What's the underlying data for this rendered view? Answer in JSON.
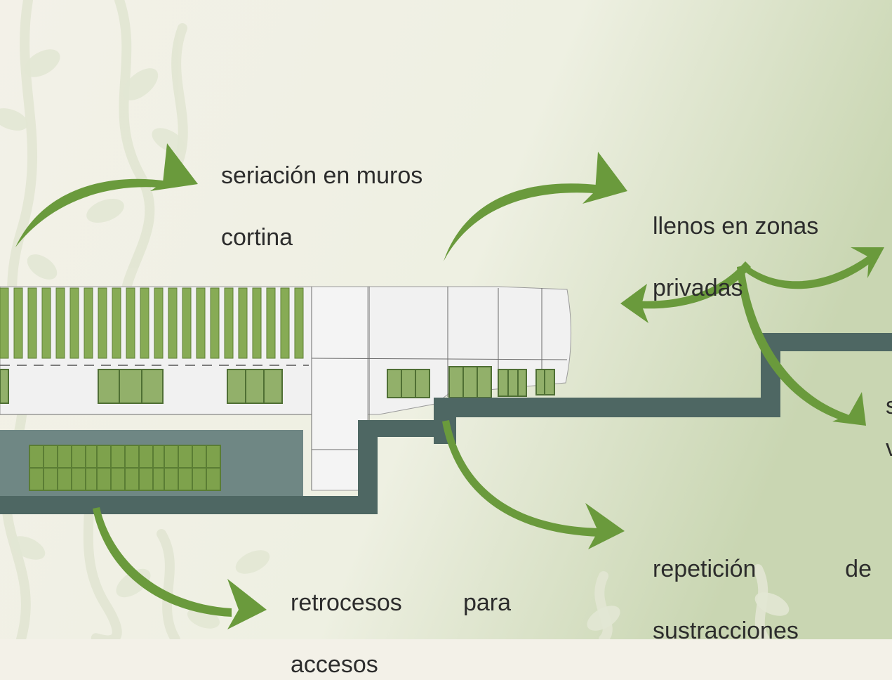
{
  "colors": {
    "background": "#f3f1e8",
    "accent_green": "#6a9a3c",
    "panel_green": "#8fad6a",
    "slab_dark": "#4e6763",
    "wall_light": "#eeeeee",
    "text": "#2c2c2c"
  },
  "annotations": {
    "curtain_walls": {
      "line1": "seriación en muros",
      "line2": "cortina"
    },
    "private_zones": {
      "line1": "llenos en zonas",
      "line2": "privadas"
    },
    "cut_right_top": "s",
    "cut_right_bottom": "v",
    "subtractions": {
      "word1": "repetición",
      "word2": "de",
      "line2": "sustracciones"
    },
    "accesses": {
      "word1": "retrocesos",
      "word2": "para",
      "line2": "accesos"
    }
  },
  "icons": [
    "curved-arrow-icon",
    "double-headed-arrow-icon",
    "leaf-pattern-icon"
  ]
}
